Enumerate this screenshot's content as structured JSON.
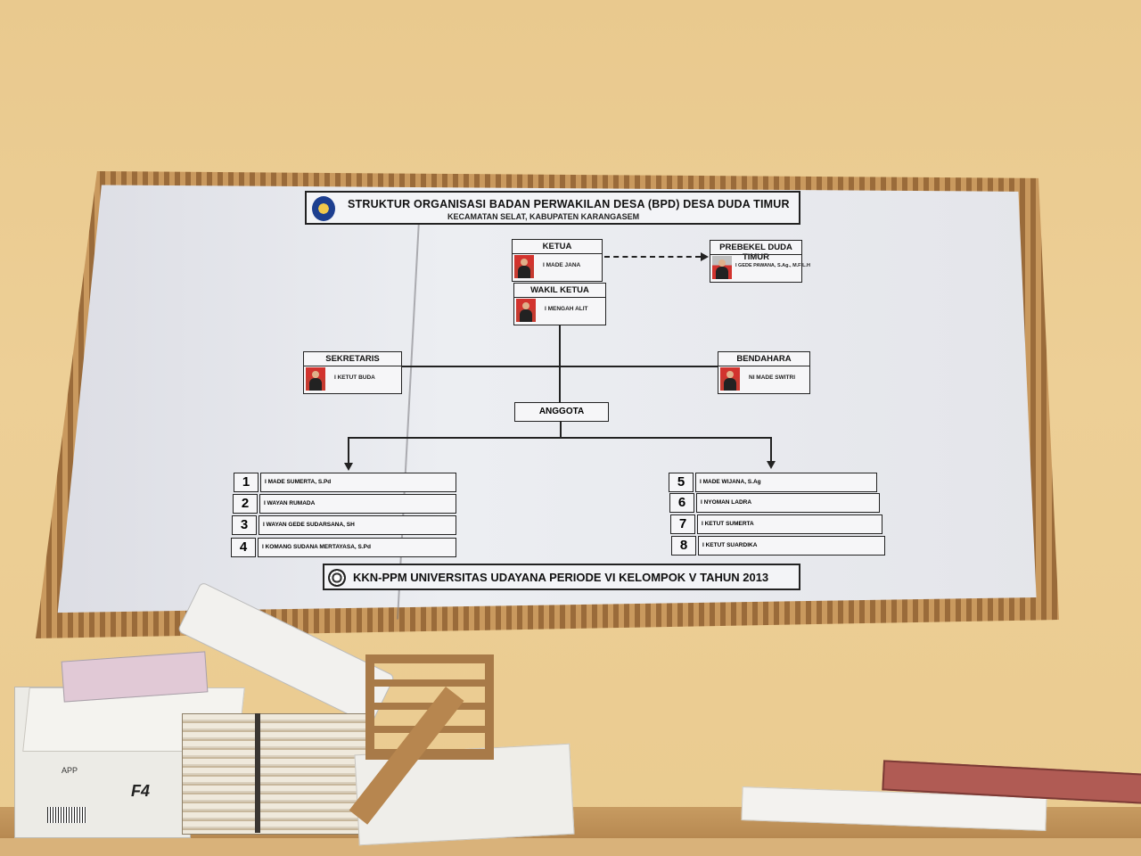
{
  "board": {
    "title": "STRUKTUR ORGANISASI BADAN PERWAKILAN DESA (BPD) DESA DUDA TIMUR",
    "subtitle": "KECAMATAN SELAT, KABUPATEN KARANGASEM"
  },
  "positions": {
    "ketua": {
      "role": "KETUA",
      "name": "I MADE JANA"
    },
    "prebekel": {
      "role": "PREBEKEL DUDA TIMUR",
      "name": "I GEDE PAWANA, S.Ag., M.FIL.H"
    },
    "wakil": {
      "role": "WAKIL KETUA",
      "name": "I MENGAH ALIT"
    },
    "sekretaris": {
      "role": "SEKRETARIS",
      "name": "I KETUT BUDA"
    },
    "bendahara": {
      "role": "BENDAHARA",
      "name": "NI MADE SWITRI"
    }
  },
  "anggota_label": "ANGGOTA",
  "members": [
    {
      "num": "1",
      "name": "I MADE SUMERTA, S.Pd"
    },
    {
      "num": "2",
      "name": "I WAYAN RUMADA"
    },
    {
      "num": "3",
      "name": "I WAYAN GEDE SUDARSANA, SH"
    },
    {
      "num": "4",
      "name": "I KOMANG SUDANA MERTAYASA, S.Pd"
    },
    {
      "num": "5",
      "name": "I MADE WIJANA, S.Ag"
    },
    {
      "num": "6",
      "name": "I NYOMAN LADRA"
    },
    {
      "num": "7",
      "name": "I KETUT SUMERTA"
    },
    {
      "num": "8",
      "name": "I KETUT SUARDIKA"
    }
  ],
  "footer": "KKN-PPM UNIVERSITAS UDAYANA PERIODE VI KELOMPOK V TAHUN 2013",
  "box_labels": {
    "app": "APP",
    "size": "F4"
  }
}
